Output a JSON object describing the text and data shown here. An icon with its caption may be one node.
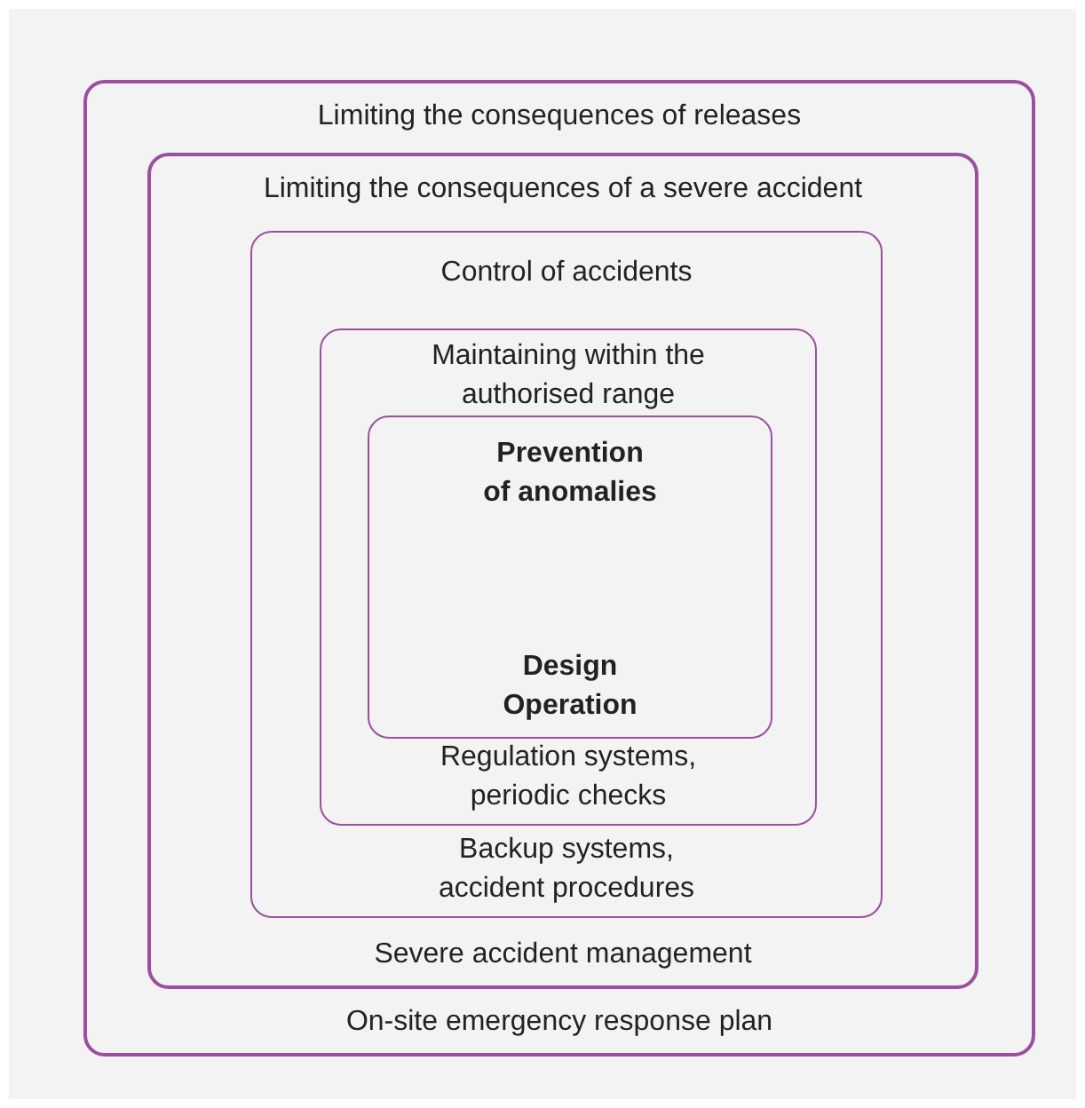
{
  "diagram": {
    "nodes": [
      {
        "text": [
          "Limiting the consequences of releases",
          "On-site emergency response plan"
        ]
      },
      {
        "text": [
          "Limiting the consequences of a severe accident",
          "Severe accident management"
        ],
        "in": 0
      },
      {
        "text": [
          "Control of accidents",
          "Backup systems, accident procedures"
        ],
        "in": 1
      },
      {
        "text": [
          "Maintaining within the authorised range",
          "Regulation systems, periodic checks"
        ],
        "in": 2
      },
      {
        "text": [
          "Prevention of anomalies",
          "Design Operation"
        ],
        "in": 3
      }
    ]
  }
}
